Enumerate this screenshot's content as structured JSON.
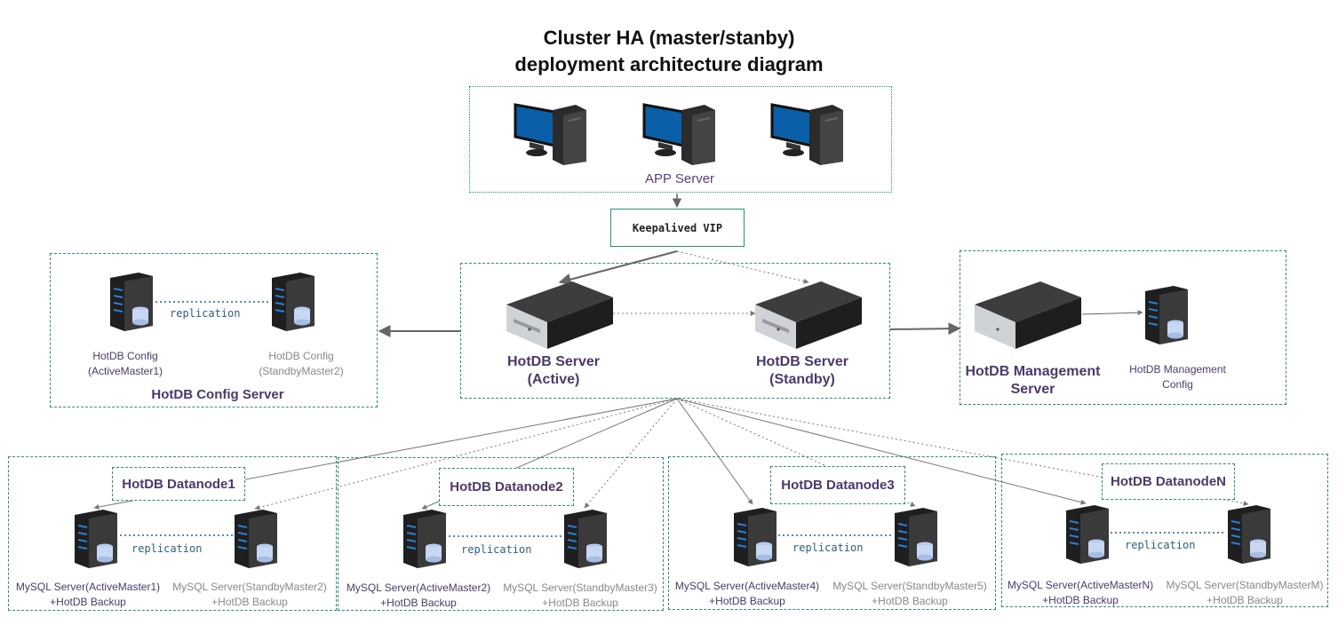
{
  "title": {
    "line1": "Cluster HA (master/stanby)",
    "line2": "deployment architecture diagram"
  },
  "app": {
    "label": "APP Server"
  },
  "vip": {
    "label": "Keepalived VIP"
  },
  "config": {
    "group_label": "HotDB Config Server",
    "active_line1": "HotDB Config",
    "active_line2": "(ActiveMaster1)",
    "standby_line1": "HotDB Config",
    "standby_line2": "(StandbyMaster2)",
    "replication": "replication"
  },
  "hotdb": {
    "active_line1": "HotDB Server",
    "active_line2": "(Active)",
    "standby_line1": "HotDB Server",
    "standby_line2": "(Standby)"
  },
  "management": {
    "server_line1": "HotDB Management",
    "server_line2": "Server",
    "config_line1": "HotDB Management",
    "config_line2": "Config"
  },
  "datanodes": [
    {
      "title": "HotDB Datanode1",
      "replication": "replication",
      "active_line1": "MySQL Server(ActiveMaster1)",
      "active_line2": "+HotDB Backup",
      "standby_line1": "MySQL Server(StandbyMaster2)",
      "standby_line2": "+HotDB Backup"
    },
    {
      "title": "HotDB Datanode2",
      "replication": "replication",
      "active_line1": "MySQL Server(ActiveMaster2)",
      "active_line2": "+HotDB Backup",
      "standby_line1": "MySQL Server(StandbyMaster3)",
      "standby_line2": "+HotDB Backup"
    },
    {
      "title": "HotDB Datanode3",
      "replication": "replication",
      "active_line1": "MySQL Server(ActiveMaster4)",
      "active_line2": "+HotDB Backup",
      "standby_line1": "MySQL Server(StandbyMaster5)",
      "standby_line2": "+HotDB Backup"
    },
    {
      "title": "HotDB DatanodeN",
      "replication": "replication",
      "active_line1": "MySQL Server(ActiveMasterN)",
      "active_line2": "+HotDB Backup",
      "standby_line1": "MySQL Server(StandbyMasterM)",
      "standby_line2": "+HotDB Backup"
    }
  ],
  "colors": {
    "border": "#2e8b7a",
    "label_purple": "#4b3a69",
    "monitor_blue": "#0a5fa8",
    "connector": "#666666"
  }
}
